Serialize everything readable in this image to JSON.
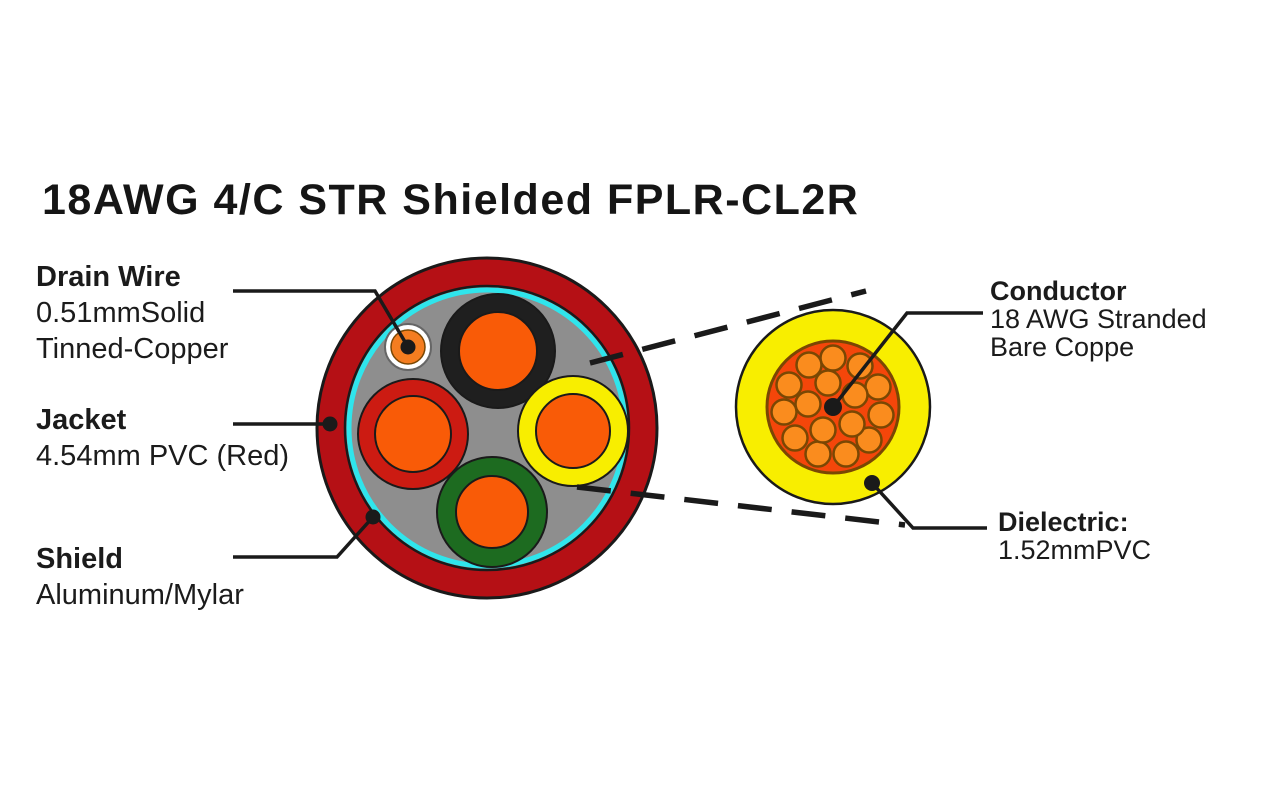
{
  "title": "18AWG 4/C STR Shielded FPLR-CL2R",
  "labels": {
    "drain_wire": {
      "heading": "Drain Wire",
      "line1": "0.51mmSolid",
      "line2": "Tinned-Copper"
    },
    "jacket": {
      "heading": "Jacket",
      "line1": "4.54mm PVC (Red)"
    },
    "shield": {
      "heading": "Shield",
      "line1": "Aluminum/Mylar"
    },
    "conductor": {
      "heading": "Conductor",
      "line1": "18 AWG Stranded",
      "line2": "Bare Coppe"
    },
    "dielectric": {
      "heading": "Dielectric:",
      "line1": "1.52mmPVC"
    }
  },
  "colors": {
    "background": "#FFFFFF",
    "text": "#1B1B1B",
    "outline": "#1A1A1A",
    "jacket_red": "#B51015",
    "insulation_red": "#CC1B12",
    "insulation_yellow": "#F8EE00",
    "insulation_green": "#1D6B20",
    "insulation_black": "#1F1F1F",
    "conductor_orange": "#F95B07",
    "drain_orange": "#F47D20",
    "drain_white": "#FFFFFF",
    "drain_ring_outline": "#666666",
    "shield_cyan": "#2FE5EC",
    "filler_gray": "#8E8E8E",
    "strand_bundle": "#F4460A",
    "strand_orange": "#FA8C1E",
    "strand_outline": "#7A4703"
  }
}
